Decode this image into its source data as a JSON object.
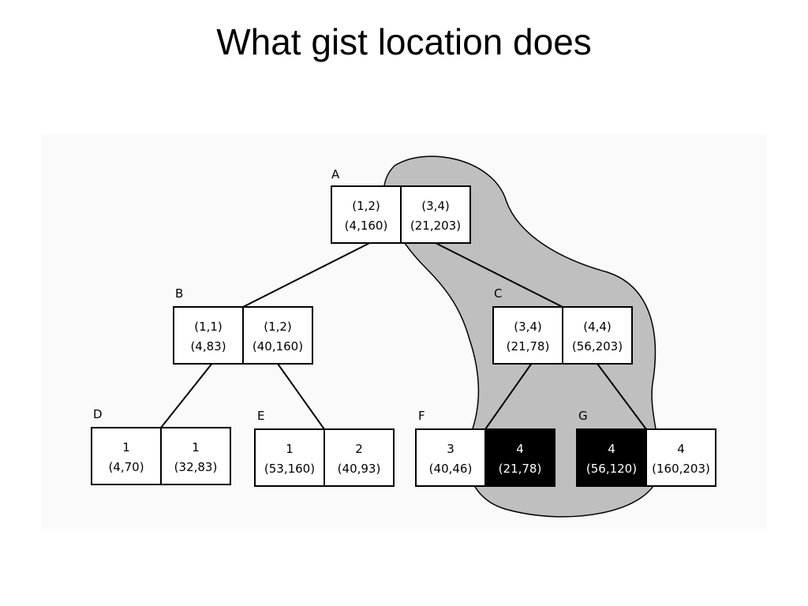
{
  "slide": {
    "title": "What gist location does"
  },
  "tree": {
    "nodes": [
      {
        "id": "A",
        "label": "A",
        "cells": [
          {
            "key": "(1,2)",
            "range": "(4,160)"
          },
          {
            "key": "(3,4)",
            "range": "(21,203)"
          }
        ]
      },
      {
        "id": "B",
        "label": "B",
        "cells": [
          {
            "key": "(1,1)",
            "range": "(4,83)"
          },
          {
            "key": "(1,2)",
            "range": "(40,160)"
          }
        ]
      },
      {
        "id": "C",
        "label": "C",
        "cells": [
          {
            "key": "(3,4)",
            "range": "(21,78)"
          },
          {
            "key": "(4,4)",
            "range": "(56,203)"
          }
        ]
      },
      {
        "id": "D",
        "label": "D",
        "cells": [
          {
            "key": "1",
            "range": "(4,70)"
          },
          {
            "key": "1",
            "range": "(32,83)"
          }
        ]
      },
      {
        "id": "E",
        "label": "E",
        "cells": [
          {
            "key": "1",
            "range": "(53,160)"
          },
          {
            "key": "2",
            "range": "(40,93)"
          }
        ]
      },
      {
        "id": "F",
        "label": "F",
        "cells": [
          {
            "key": "3",
            "range": "(40,46)"
          },
          {
            "key": "4",
            "range": "(21,78)",
            "highlighted": true
          }
        ]
      },
      {
        "id": "G",
        "label": "G",
        "cells": [
          {
            "key": "4",
            "range": "(56,120)",
            "highlighted": true
          },
          {
            "key": "4",
            "range": "(160,203)"
          }
        ]
      }
    ],
    "edges": [
      {
        "from": "A",
        "cell": 0,
        "to": "B"
      },
      {
        "from": "A",
        "cell": 1,
        "to": "C"
      },
      {
        "from": "B",
        "cell": 0,
        "to": "D"
      },
      {
        "from": "B",
        "cell": 1,
        "to": "E"
      },
      {
        "from": "C",
        "cell": 0,
        "to": "F"
      },
      {
        "from": "C",
        "cell": 1,
        "to": "G"
      }
    ]
  },
  "colors": {
    "search_region": "#bfbfbf",
    "highlight_cell": "#000000",
    "highlight_text": "#ffffff",
    "stroke": "#000000",
    "panel": "#fafafa"
  }
}
